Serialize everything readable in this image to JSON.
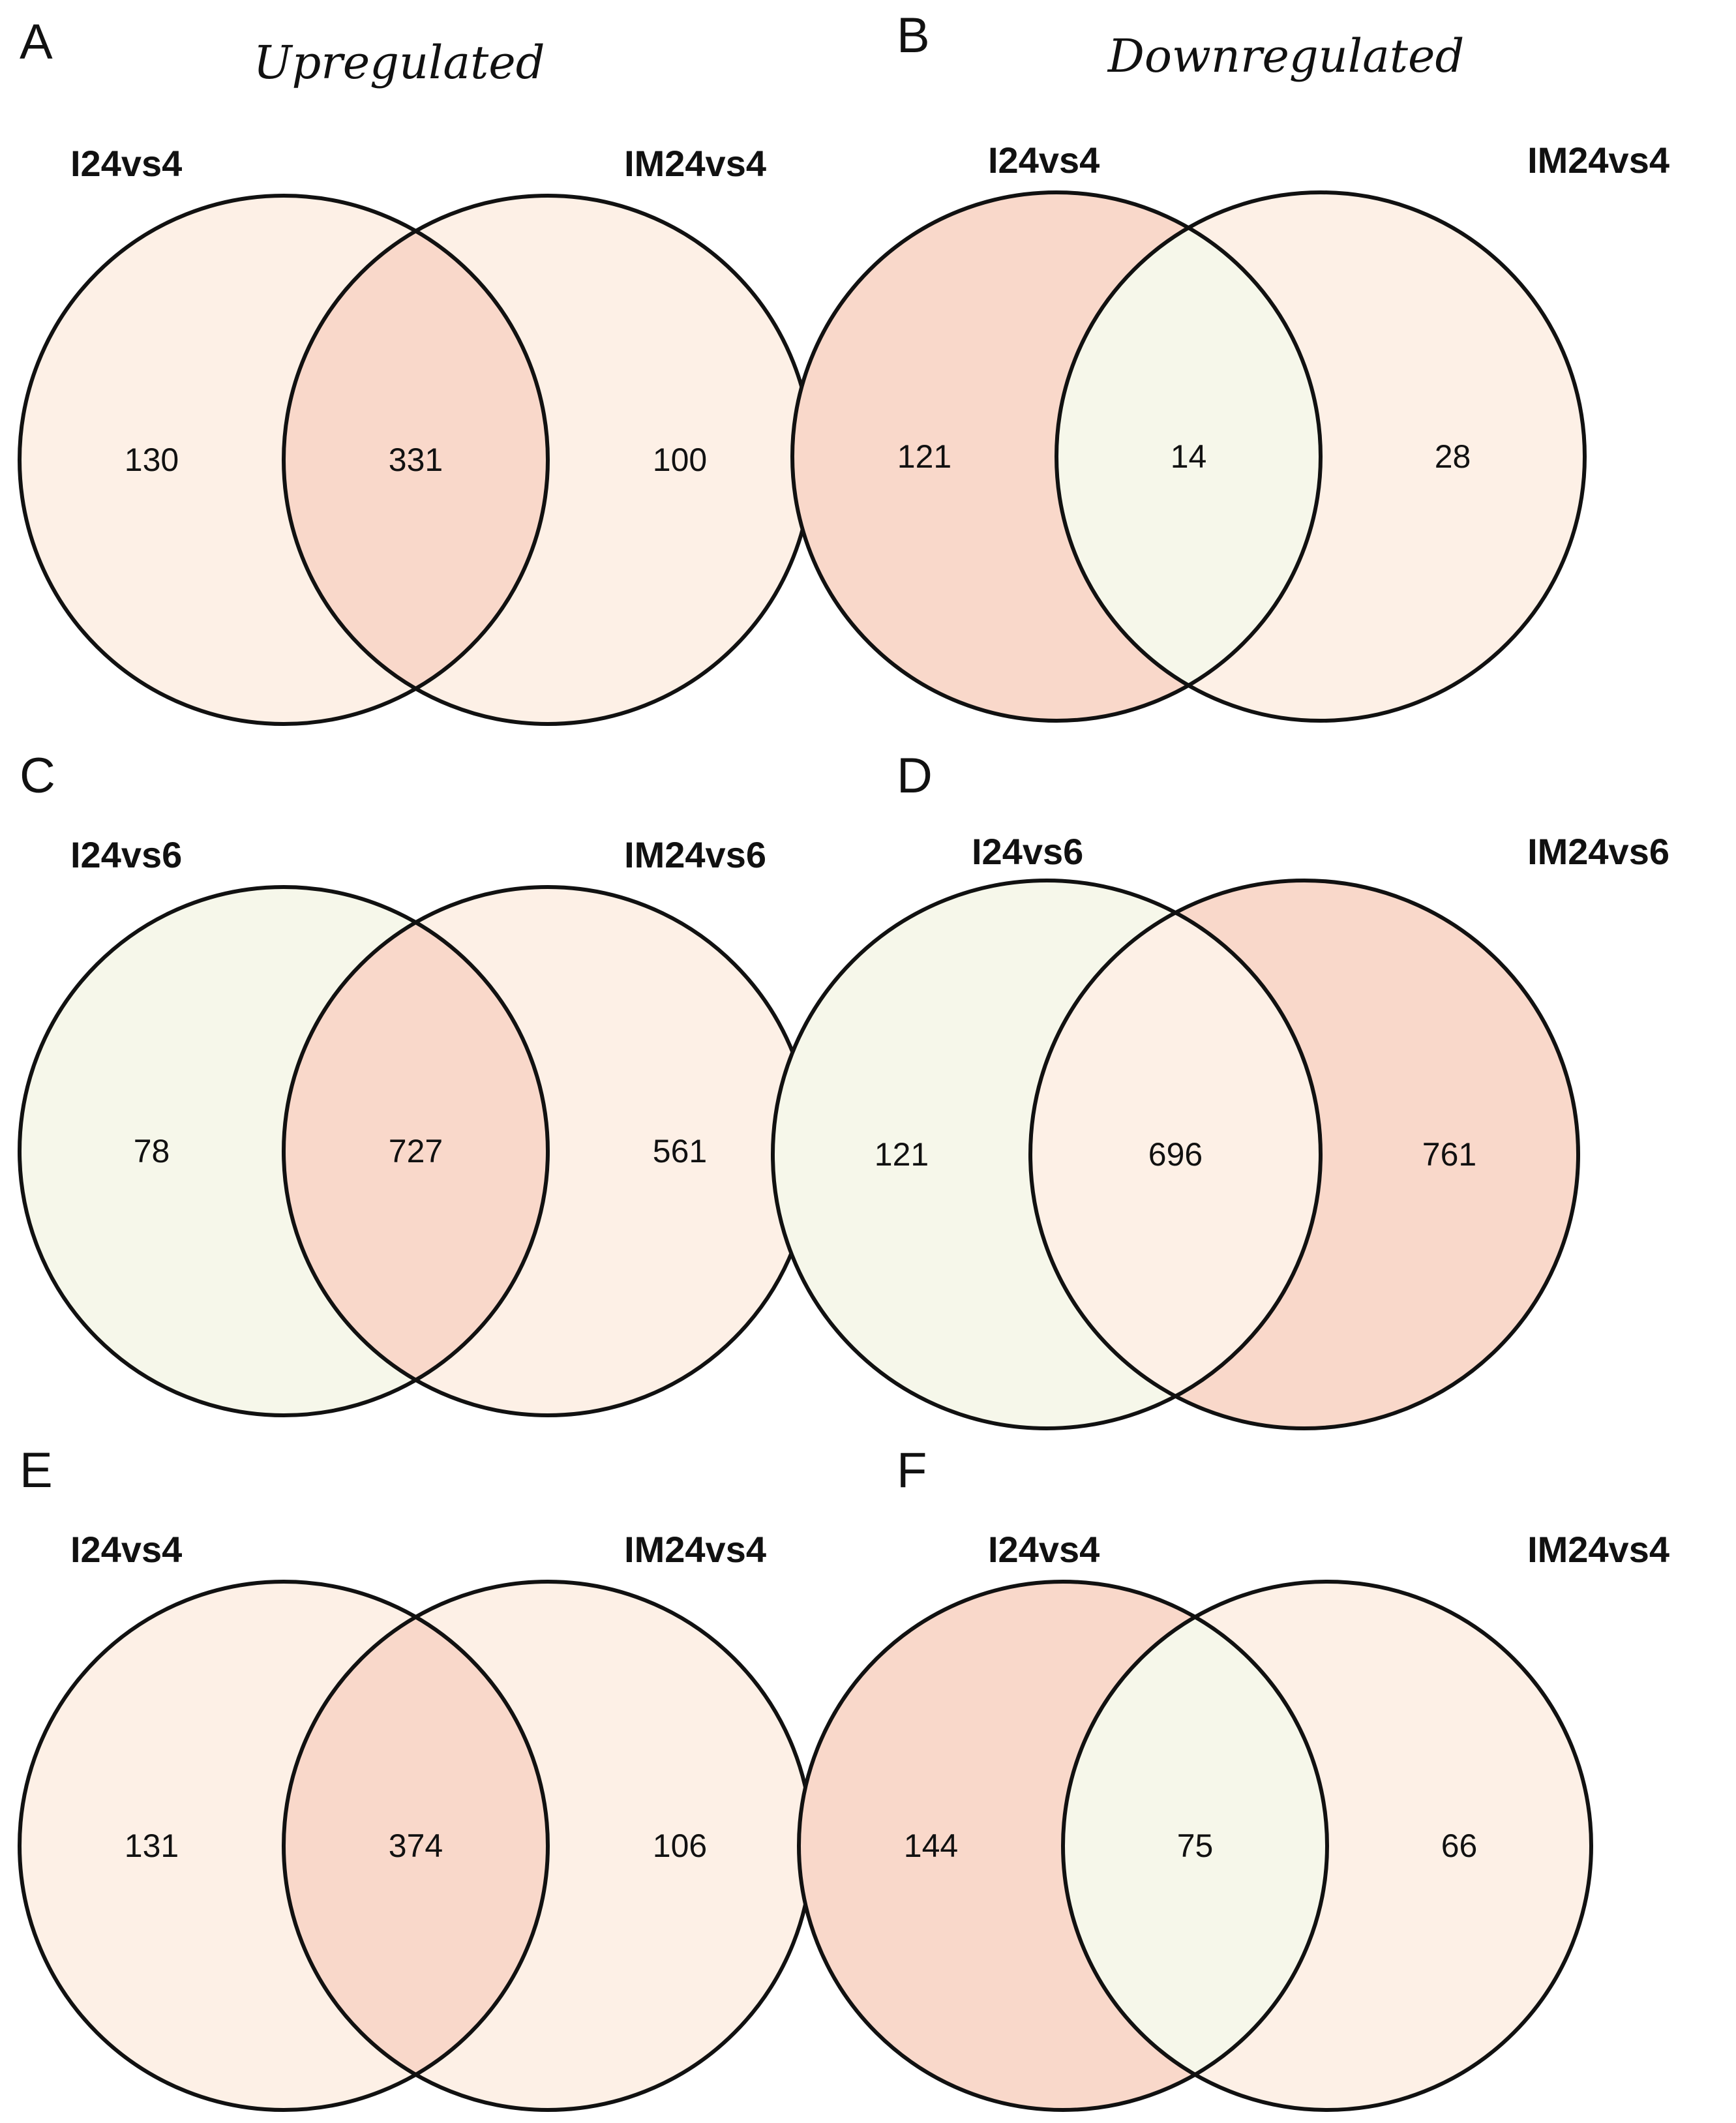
{
  "column_titles": {
    "left": "Upregulated",
    "right": "Downregulated"
  },
  "colors": {
    "light": "#fdf0e6",
    "medium": "#f9d8ca",
    "green": "#f6f7ea",
    "outline": "#111111"
  },
  "panels": [
    {
      "letter": "A",
      "label_left": "I24vs4",
      "label_right": "IM24vs4",
      "left_only": "130",
      "overlap": "331",
      "right_only": "100",
      "fill": {
        "left": "light",
        "overlap": "medium",
        "right": "light"
      }
    },
    {
      "letter": "B",
      "label_left": "I24vs4",
      "label_right": "IM24vs4",
      "left_only": "121",
      "overlap": "14",
      "right_only": "28",
      "fill": {
        "left": "medium",
        "overlap": "green",
        "right": "light"
      }
    },
    {
      "letter": "C",
      "label_left": "I24vs6",
      "label_right": "IM24vs6",
      "left_only": "78",
      "overlap": "727",
      "right_only": "561",
      "fill": {
        "left": "green",
        "overlap": "medium",
        "right": "light"
      }
    },
    {
      "letter": "D",
      "label_left": "I24vs6",
      "label_right": "IM24vs6",
      "left_only": "121",
      "overlap": "696",
      "right_only": "761",
      "fill": {
        "left": "green",
        "overlap": "light",
        "right": "medium"
      }
    },
    {
      "letter": "E",
      "label_left": "I24vs4",
      "label_right": "IM24vs4",
      "left_only": "131",
      "overlap": "374",
      "right_only": "106",
      "fill": {
        "left": "light",
        "overlap": "medium",
        "right": "light"
      }
    },
    {
      "letter": "F",
      "label_left": "I24vs4",
      "label_right": "IM24vs4",
      "left_only": "144",
      "overlap": "75",
      "right_only": "66",
      "fill": {
        "left": "medium",
        "overlap": "green",
        "right": "light"
      }
    }
  ]
}
